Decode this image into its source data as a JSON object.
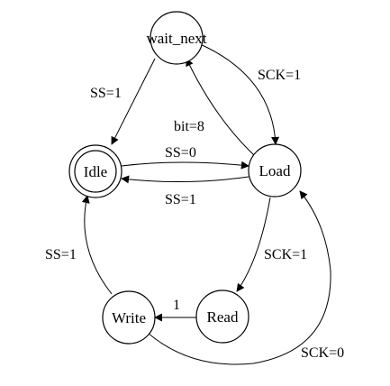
{
  "diagram": {
    "states": {
      "wait_next": "wait_next",
      "idle": "Idle",
      "load": "Load",
      "write": "Write",
      "read": "Read"
    },
    "transitions": {
      "wait_next_to_idle": "SS=1",
      "wait_next_to_load": "SCK=1",
      "load_to_wait_next": "bit=8",
      "idle_to_load": "SS=0",
      "load_to_idle": "SS=1",
      "load_to_read": "SCK=1",
      "read_to_write": "1",
      "write_to_idle": "SS=1",
      "write_to_load": "SCK=0"
    },
    "colors": {
      "stroke": "#000000",
      "fill": "#ffffff"
    }
  }
}
